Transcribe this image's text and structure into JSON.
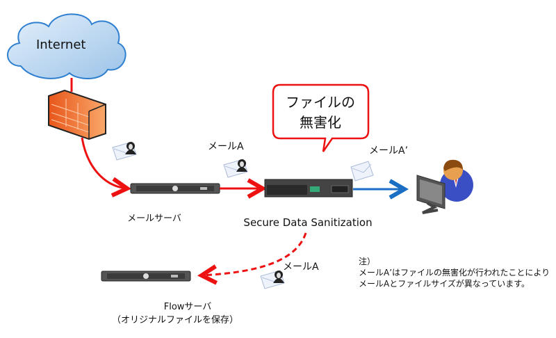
{
  "cloud": {
    "label": "Internet"
  },
  "mail_server": {
    "label": "メールサーバ"
  },
  "sanitizer": {
    "label": "Secure Data Sanitization"
  },
  "bubble": {
    "line1": "ファイルの",
    "line2": "無害化"
  },
  "edges": {
    "mail_a_to_sanitizer": "メールA",
    "mail_a_prime_to_user": "メールA’",
    "mail_a_to_flow": "メールA"
  },
  "flow_server": {
    "line1": "Flowサーバ",
    "line2": "（オリジナルファイルを保存）"
  },
  "note": {
    "title": "注）",
    "line1": "メールA’はファイルの無害化が行われたことにより",
    "line2": "メールAとファイルサイズが異なっています。"
  },
  "colors": {
    "red": "#ee1111",
    "blue": "#1a6fc4",
    "firewall": "#f07a2a",
    "cloud": "#b9d6f0"
  }
}
